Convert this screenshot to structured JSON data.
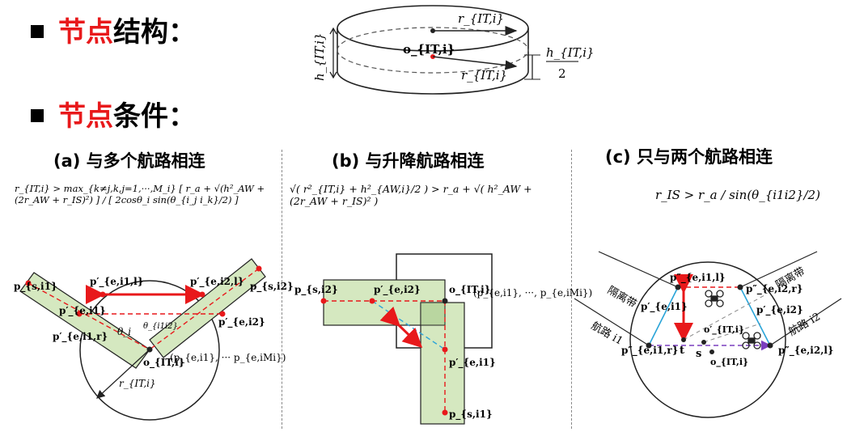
{
  "headings": {
    "structure": {
      "red": "节点",
      "rest": "结构："
    },
    "conditions": {
      "red": "节点",
      "rest": "条件："
    }
  },
  "structure_figure": {
    "r_top": "r_{IT,i}",
    "o_label": "o_{IT,i}",
    "r_mid": "r_{IT,i}",
    "h_left": "h_{IT,i}",
    "h_half_num": "h_{IT,i}",
    "h_half_den": "2"
  },
  "panels": [
    {
      "title": "(a) 与多个航路相连",
      "formula": "r_{IT,i} > max_{k≠j,k,j=1,···,M_i} [ r_a + √(h²_AW + (2r_AW + r_IS)²) ] / [ 2cosθ_i sin(θ_{i_j i_k}/2) ]",
      "labels": {
        "ps_i1": "p_{s,i1}",
        "ps_i2": "p_{s,i2}",
        "pe_i1_l": "p′_{e,i1,l}",
        "pe_i2_l": "p′_{e,i2,l}",
        "pe_i1": "p′_{e,i1}",
        "pe_i2": "p′_{e,i2}",
        "pe_i1_r": "p′_{e,i1,r}",
        "theta": "θ_i",
        "theta_jk": "θ_{i1i2}",
        "o": "o_{IT,i}",
        "set": "(p_{e,i1}, ··· p_{e,iMi})",
        "r": "r_{IT,i}"
      }
    },
    {
      "title": "(b) 与升降航路相连",
      "formula": "√( r²_{IT,i} + h²_{AW,i}/2 ) > r_a + √( h²_AW + (2r_AW + r_IS)² )",
      "labels": {
        "ps_i2": "p_{s,i2}",
        "pe_i2": "p′_{e,i2}",
        "o": "o_{IT,i}",
        "set": "(p_{e,i1}, ···, p_{e,iMi})",
        "pe_i1": "p′_{e,i1}",
        "ps_i1": "p_{s,i1}"
      }
    },
    {
      "title": "(c) 只与两个航路相连",
      "formula": "r_IS > r_a / sin(θ_{i1i2}/2)",
      "labels": {
        "p_top_l": "p″_{e,i1,l}",
        "p_top_r": "p″_{e,i2,r}",
        "pe_i1": "p′_{e,i1}",
        "pe_i2": "p′_{e,i2}",
        "p_left": "p″_{e,i1,r}",
        "p_right": "p″_{e,i2,l}",
        "t": "t",
        "s": "s",
        "o_prime": "o′_{IT,i}",
        "o": "o_{IT,i}",
        "buffer_l": "隔离带",
        "buffer_r": "隔离带",
        "route_l": "航路 i1",
        "route_r": "航路 i2"
      }
    }
  ]
}
